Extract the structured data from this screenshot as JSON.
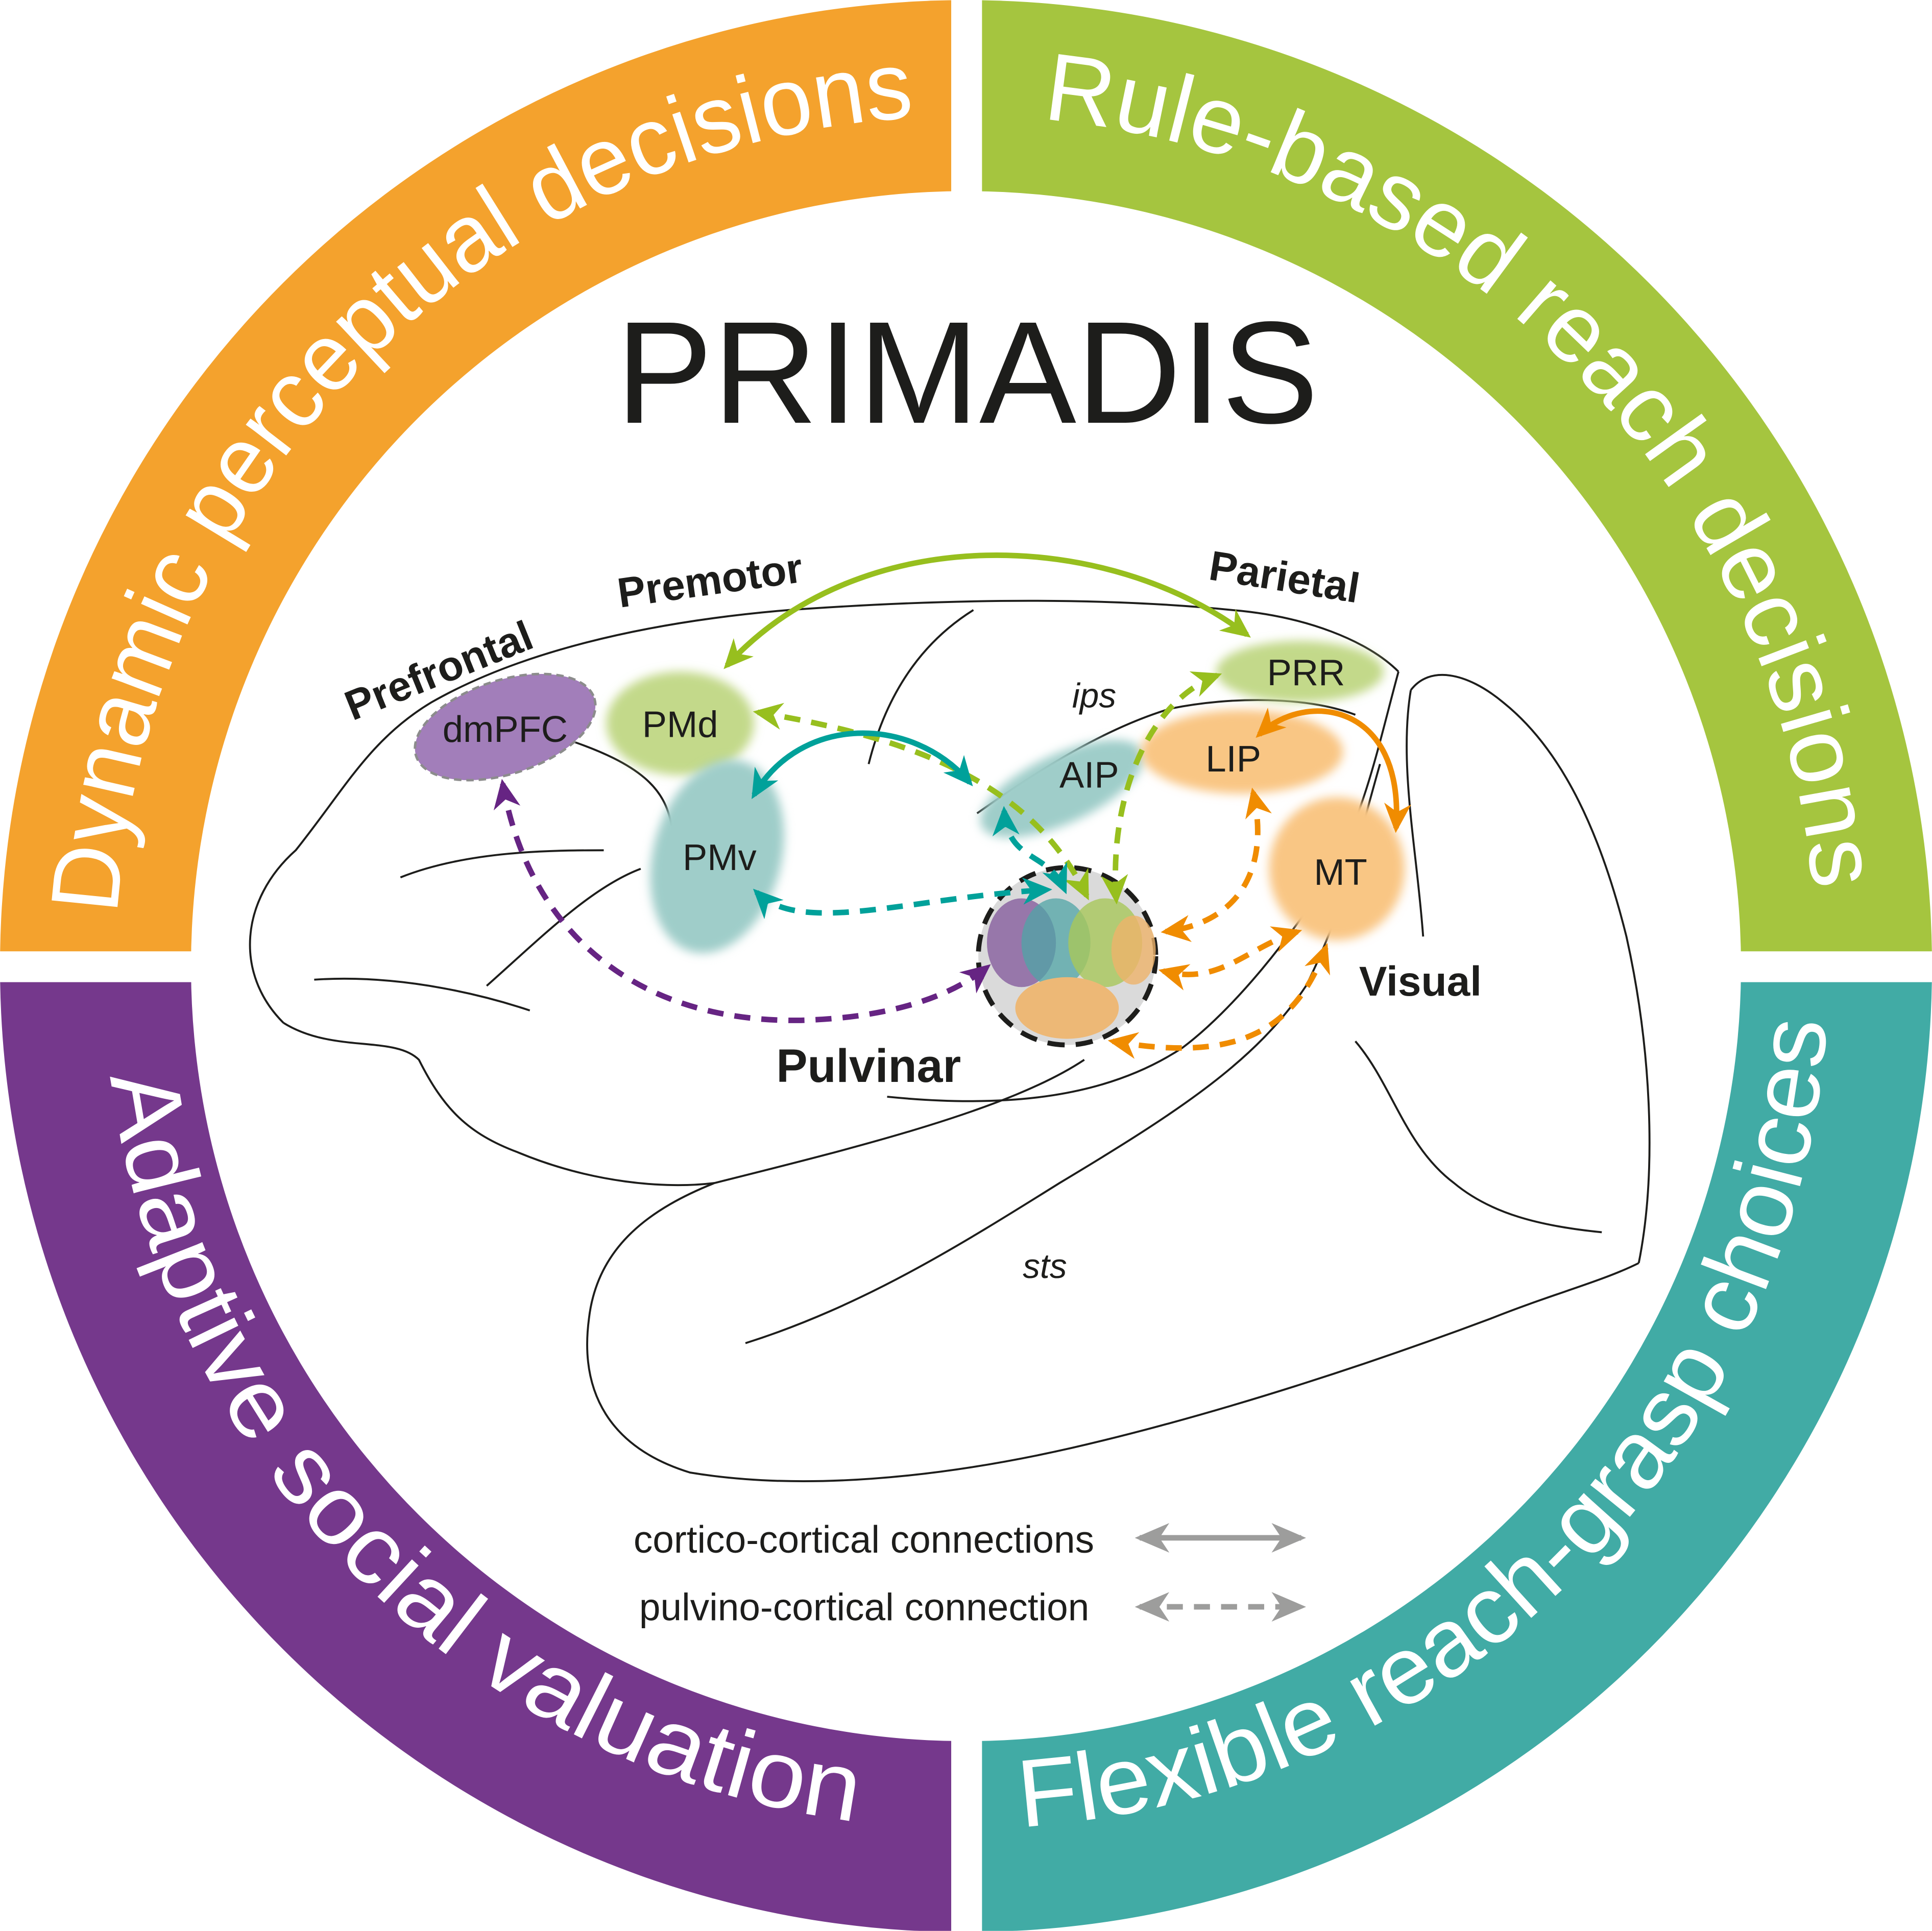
{
  "title": "PRIMADIS",
  "quadrants": [
    {
      "label": "Dynamic perceptual decisions",
      "color": "#F4A22D"
    },
    {
      "label": "Rule-based reach decisions",
      "color": "#A5C53F"
    },
    {
      "label": "Adaptive social valuation",
      "color": "#75388C"
    },
    {
      "label": "Flexible reach-grasp choices",
      "color": "#41ABA5"
    }
  ],
  "lobes": {
    "prefrontal": "Prefrontal",
    "premotor": "Premotor",
    "parietal": "Parietal",
    "visual": "Visual",
    "pulvinar": "Pulvinar"
  },
  "areas": {
    "dmpfc": "dmPFC",
    "pmd": "PMd",
    "pmv": "PMv",
    "aip": "AIP",
    "lip": "LIP",
    "prr": "PRR",
    "mt": "MT"
  },
  "sulci": {
    "ips": "ips",
    "sts": "sts"
  },
  "connection_colors": {
    "green": "#97BF1E",
    "teal": "#00A19A",
    "purple": "#662483",
    "orange": "#F08C00",
    "legend_gray": "#9D9D9C"
  },
  "legend": {
    "solid": "cortico-cortical connections",
    "dashed": "pulvino-cortical connection"
  }
}
